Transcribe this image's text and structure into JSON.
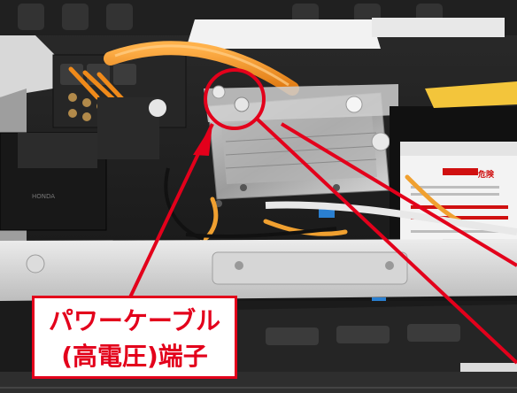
{
  "image": {
    "description_free": true,
    "annotation_color": "#e3001b"
  },
  "callout": {
    "line1": "パワーケーブル",
    "line2": "(高電圧)端子"
  },
  "component_text": {
    "brand_mark": "HONDA",
    "warning_header": "危険"
  },
  "icons": {
    "highlight": "circle-highlight-icon",
    "pointer": "arrow-pointer-icon"
  }
}
